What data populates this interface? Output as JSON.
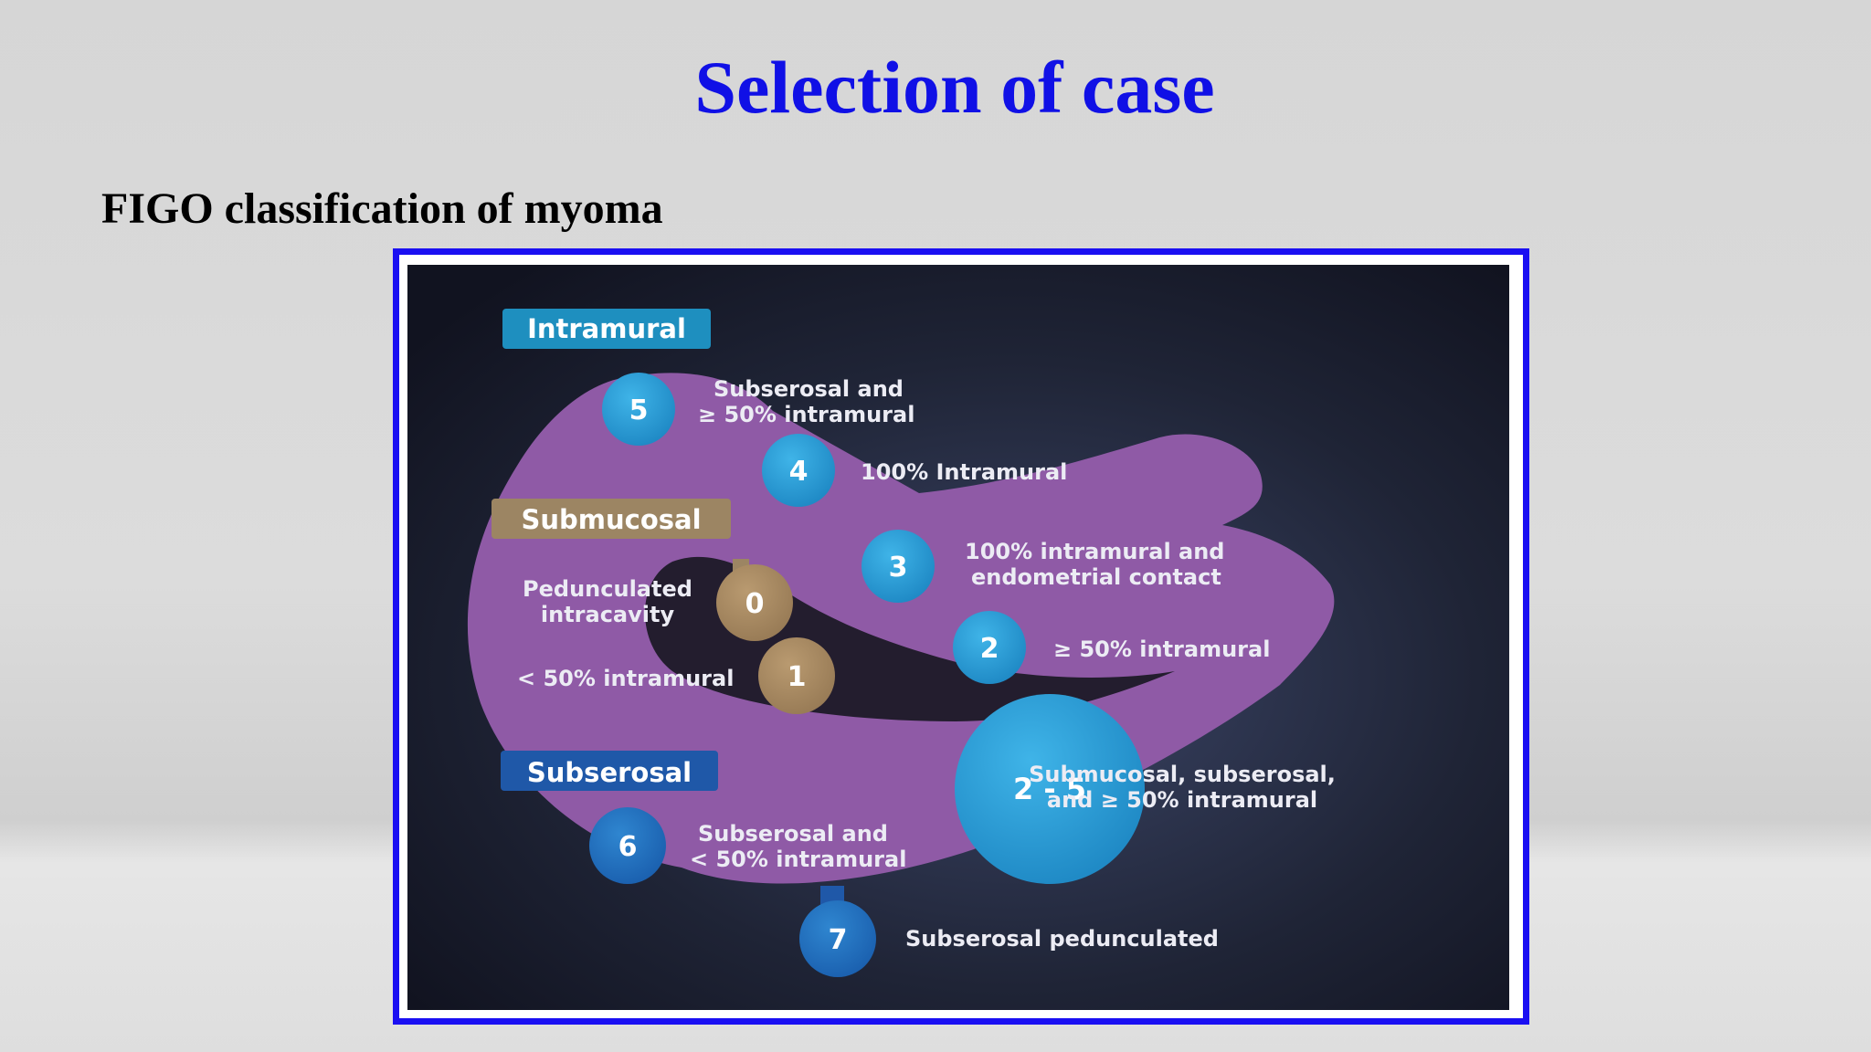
{
  "slide": {
    "title": "Selection of case",
    "subtitle": "FIGO classification of myoma"
  },
  "diagram": {
    "categories": {
      "intramural": "Intramural",
      "submucosal": "Submucosal",
      "subserosal": "Subserosal"
    },
    "types": [
      {
        "id": "0",
        "label": "0",
        "desc_lines": [
          "Pedunculated",
          "intracavity"
        ]
      },
      {
        "id": "1",
        "label": "1",
        "desc_lines": [
          "< 50% intramural"
        ]
      },
      {
        "id": "2",
        "label": "2",
        "desc_lines": [
          "≥ 50% intramural"
        ]
      },
      {
        "id": "3",
        "label": "3",
        "desc_lines": [
          "100% intramural and",
          "endometrial contact"
        ]
      },
      {
        "id": "4",
        "label": "4",
        "desc_lines": [
          "100% Intramural"
        ]
      },
      {
        "id": "5",
        "label": "5",
        "desc_lines": [
          "Subserosal and",
          "≥ 50% intramural"
        ]
      },
      {
        "id": "6",
        "label": "6",
        "desc_lines": [
          "Subserosal and",
          "< 50% intramural"
        ]
      },
      {
        "id": "7",
        "label": "7",
        "desc_lines": [
          "Subserosal pedunculated"
        ]
      },
      {
        "id": "2-5",
        "label": "2 - 5",
        "desc_lines": [
          "Submucosal, subserosal,",
          "and ≥ 50% intramural"
        ]
      }
    ],
    "colors": {
      "uterus": "#8f5aa6",
      "cavity": "#241e30",
      "blue_myoma": "#2f9fd6",
      "brown_myoma": "#a88a63",
      "intramural_badge": "#1e8fbf",
      "submucosal_badge": "#9c8563",
      "subserosal_badge": "#1f58a8",
      "frame": "#1a0ff2",
      "title": "#1010e6"
    }
  }
}
